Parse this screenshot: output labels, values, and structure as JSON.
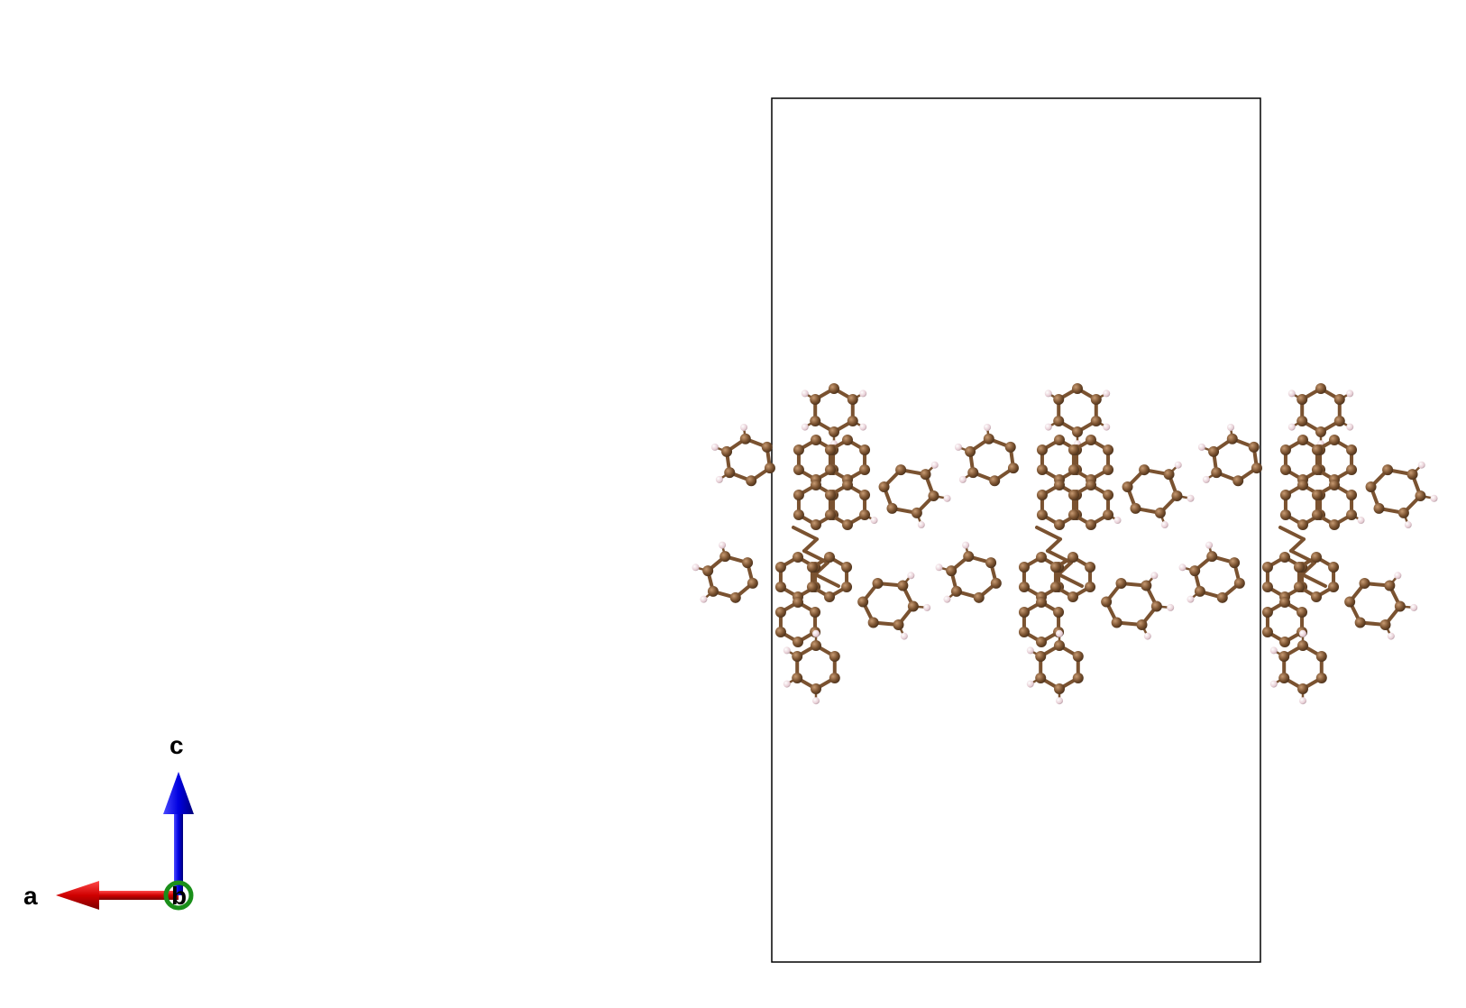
{
  "axes": {
    "a": {
      "label": "a",
      "color": "#d00000"
    },
    "b": {
      "label": "b",
      "color": "#1a8f1a"
    },
    "c": {
      "label": "c",
      "color": "#0000e0"
    }
  },
  "unit_cell": {
    "edge_color": "#000000"
  },
  "atoms": {
    "carbon_color": "#7a5230",
    "hydrogen_color": "#e8cfd6",
    "bond_color": "#7a5230"
  },
  "background": "#ffffff"
}
